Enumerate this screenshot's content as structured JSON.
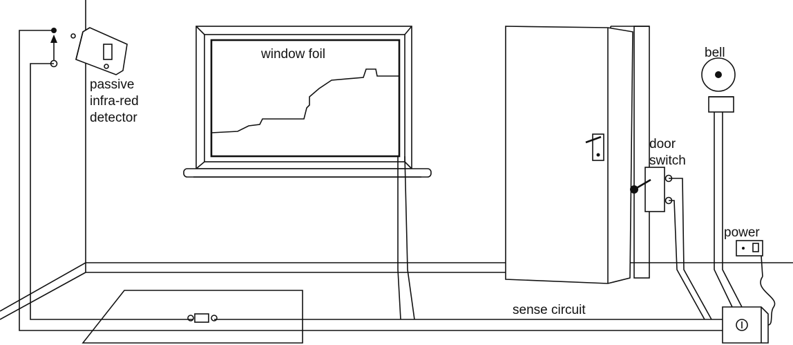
{
  "labels": {
    "window_foil": "window foil",
    "pir_line1": "passive",
    "pir_line2": "infra-red",
    "pir_line3": "detector",
    "bell": "bell",
    "door_line1": "door",
    "door_line2": "switch",
    "power": "power",
    "sense_circuit": "sense circuit"
  }
}
